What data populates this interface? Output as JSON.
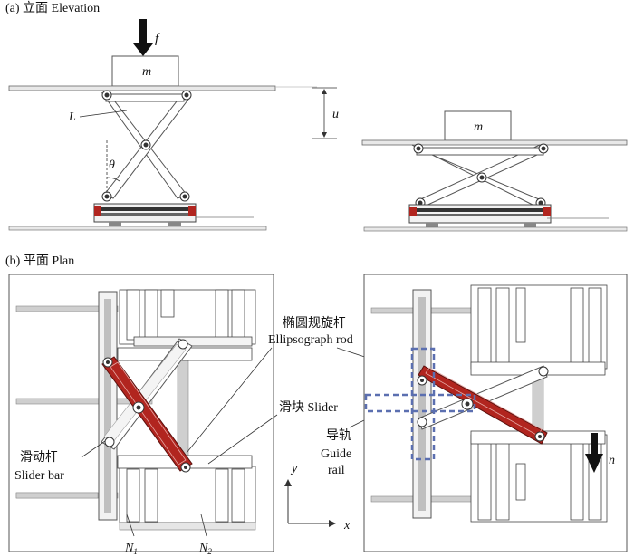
{
  "panels": {
    "a": {
      "title": "(a) 立面 Elevation"
    },
    "b": {
      "title": "(b) 平面 Plan"
    }
  },
  "elevation": {
    "mass_left": "m",
    "mass_right": "m",
    "force": "f",
    "link": "L",
    "angle": "θ",
    "displacement": "u"
  },
  "plan": {
    "ellipsograph_cn": "椭圆规旋杆",
    "ellipsograph_en": "Ellipsograph rod",
    "slider_label": "滑块 Slider",
    "slider_bar_cn": "滑动杆",
    "slider_bar_en": "Slider bar",
    "guide_cn": "导轨",
    "guide_en_1": "Guide",
    "guide_en_2": "rail",
    "n1_base": "N",
    "n1_sub": "1",
    "n2_base": "N",
    "n2_sub": "2",
    "axis_y": "y",
    "axis_x": "x",
    "direction": "n"
  },
  "colors": {
    "rod_red": "#b1251f",
    "rod_dark": "#7a1512",
    "guide_blue": "#5b6fb0",
    "rail_grey": "#9a9a9a",
    "line_dark": "#333333"
  }
}
